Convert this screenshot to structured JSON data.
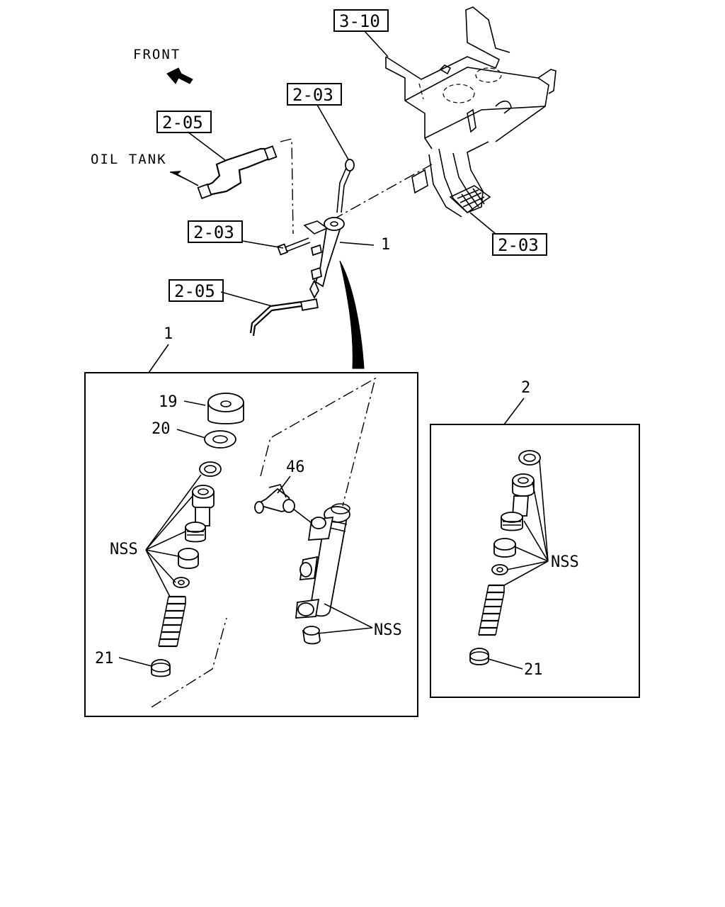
{
  "labels": {
    "front": "FRONT",
    "oil_tank": "OIL TANK",
    "ref_3_10": "3-10",
    "ref_2_03_a": "2-03",
    "ref_2_05_a": "2-05",
    "ref_2_03_b": "2-03",
    "ref_2_03_c": "2-03",
    "ref_2_05_b": "2-05",
    "part_1_main": "1",
    "part_1_box": "1",
    "part_2_box": "2",
    "part_19": "19",
    "part_20": "20",
    "part_46": "46",
    "part_21_a": "21",
    "part_21_b": "21",
    "nss_a": "NSS",
    "nss_b": "NSS",
    "nss_c": "NSS"
  },
  "colors": {
    "line": "#000000",
    "background": "#ffffff"
  }
}
